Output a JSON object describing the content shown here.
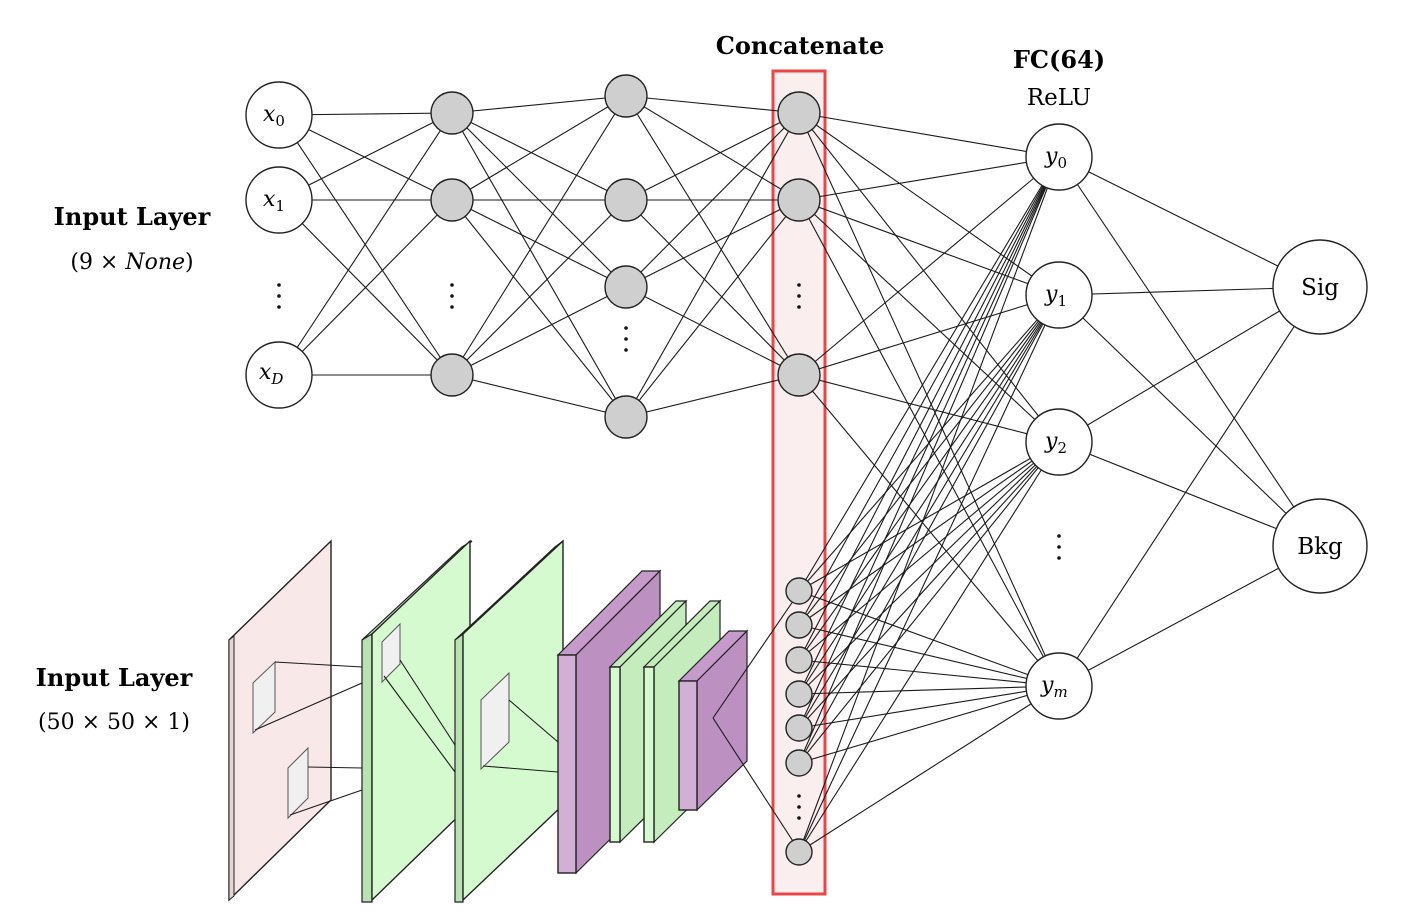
{
  "titles": {
    "concatenate": "Concatenate",
    "fc": "FC(64)",
    "activation": "ReLU"
  },
  "input_dense": {
    "title": "Input Layer",
    "shape_prefix": "(9 × ",
    "shape_italic": "None",
    "shape_suffix": ")"
  },
  "input_cnn": {
    "title": "Input Layer",
    "shape": "(50 × 50 × 1)"
  },
  "input_nodes": [
    {
      "base": "x",
      "sub": "0"
    },
    {
      "base": "x",
      "sub": "1"
    },
    {
      "base": "x",
      "sub": "D"
    }
  ],
  "fc_nodes": [
    {
      "base": "y",
      "sub": "0"
    },
    {
      "base": "y",
      "sub": "1"
    },
    {
      "base": "y",
      "sub": "2"
    },
    {
      "base": "y",
      "sub": "m"
    }
  ],
  "outputs": {
    "signal": "Sig",
    "background": "Bkg"
  },
  "colors": {
    "node_fill": "#cfcfcf",
    "concat_box": "#e8474a",
    "concat_fill": "#fbeeee",
    "input_plane": "#f9e8e8",
    "conv_green": "#d6fad0",
    "pool_purple": "#d2b0d6"
  }
}
